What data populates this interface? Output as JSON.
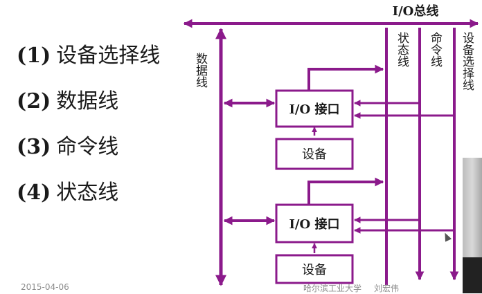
{
  "list": [
    {
      "num": "(1)",
      "text": "设备选择线"
    },
    {
      "num": "(2)",
      "text": "数据线"
    },
    {
      "num": "(3)",
      "text": "命令线"
    },
    {
      "num": "(4)",
      "text": "状态线"
    }
  ],
  "diagram": {
    "bus_label": "I/O总线",
    "data_line_label": "数据线",
    "status_line_label": "状态线",
    "command_line_label": "命令线",
    "select_line_label": "设备选择线",
    "interface_label": "I/O 接口",
    "device_label": "设备"
  },
  "footer": {
    "date": "2015-04-06",
    "institution": "哈尔滨工业大学",
    "author": "刘宏伟"
  },
  "colors": {
    "line": "#8b1a8b",
    "text": "#1a1a1a",
    "footer": "#8c8c8c"
  }
}
